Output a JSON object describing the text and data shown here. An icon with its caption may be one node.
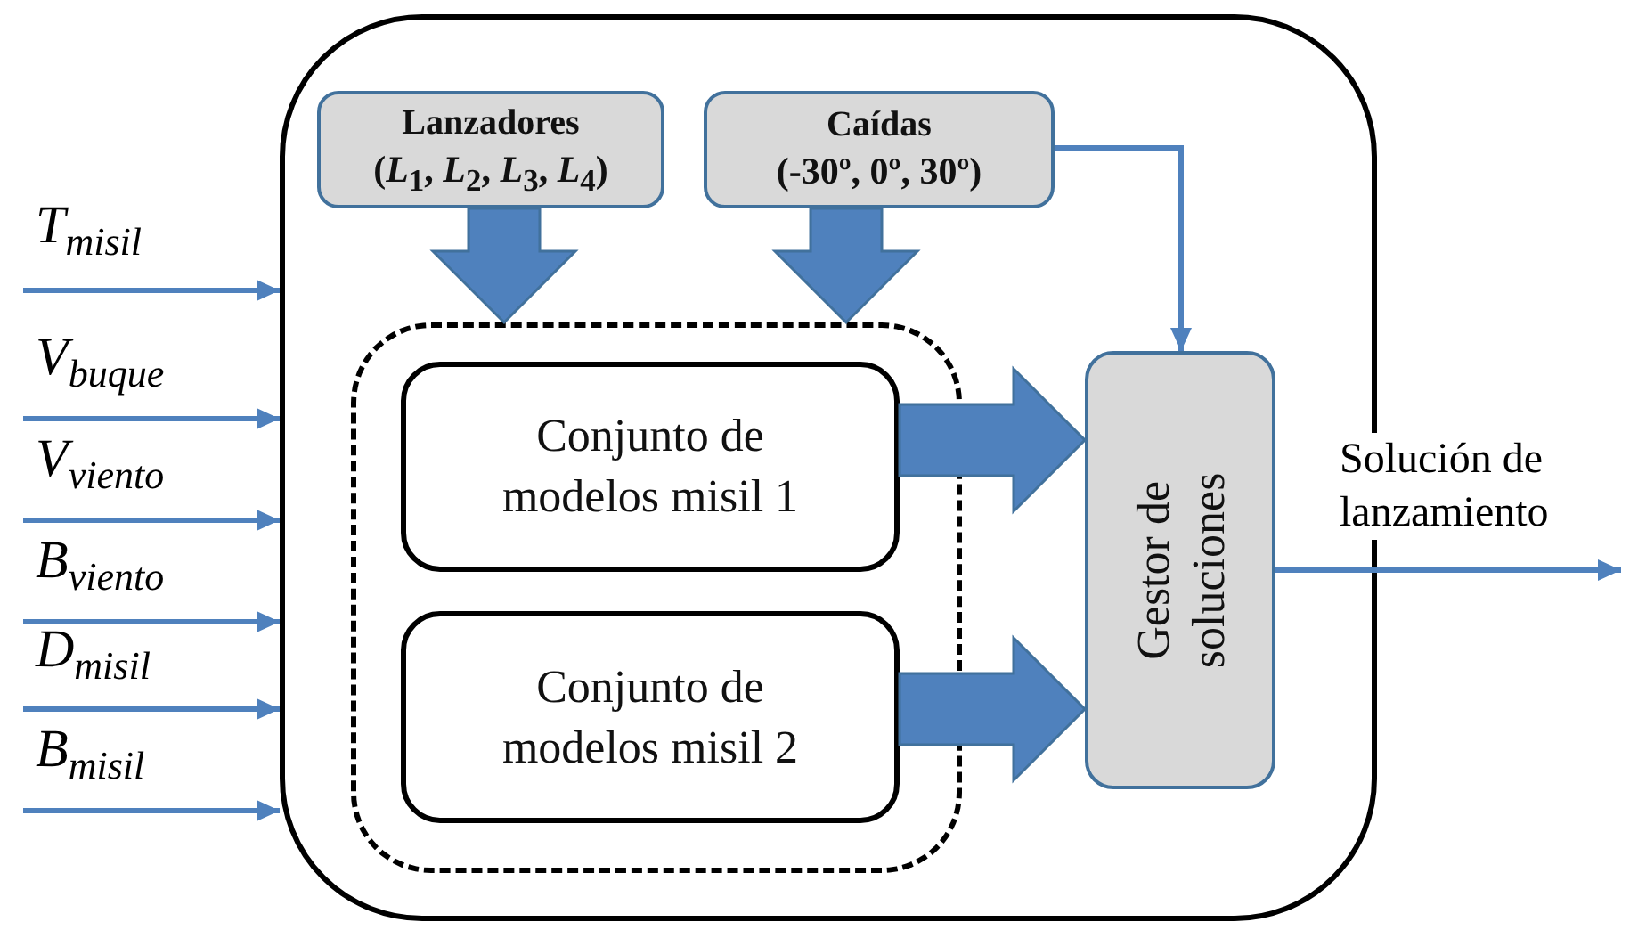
{
  "diagram": {
    "nodes": [
      {
        "text": [],
        "shape": "box"
      },
      {
        "text": [
          "Lanzadores",
          "(*L*$_{1}$, *L*$_{2}$, *L*$_{3}$, *L*$_{4}$)"
        ],
        "in": 0
      },
      {
        "text": [
          "Caídas",
          "(-30º, 0º, 30º)"
        ],
        "in": 0
      },
      {
        "text": [],
        "shape": "box",
        "in": 0
      },
      {
        "text": [
          "Conjunto de modelos misil 1"
        ],
        "in": 3
      },
      {
        "text": [
          "Conjunto de modelos misil 2"
        ],
        "in": 3
      },
      {
        "text": [
          "Gestor de soluciones"
        ],
        "in": 0
      }
    ],
    "edges": [
      {
        "from": null,
        "to": 0,
        "arrow": "to",
        "label": "T$_{misil}$"
      },
      {
        "from": null,
        "to": 0,
        "arrow": "to",
        "label": "V$_{buque}$"
      },
      {
        "from": null,
        "to": 0,
        "arrow": "to",
        "label": "V$_{viento}$"
      },
      {
        "from": null,
        "to": 0,
        "arrow": "to",
        "label": "B$_{viento}$"
      },
      {
        "from": null,
        "to": 0,
        "arrow": "to",
        "label": "D$_{misil}$"
      },
      {
        "from": null,
        "to": 0,
        "arrow": "to",
        "label": "B$_{misil}$"
      },
      {
        "from": 1,
        "to": 3,
        "arrow": "to",
        "style": "thick"
      },
      {
        "from": 2,
        "to": 3,
        "arrow": "to",
        "style": "thick"
      },
      {
        "from": 4,
        "to": 6,
        "arrow": "to",
        "style": "thick"
      },
      {
        "from": 5,
        "to": 6,
        "arrow": "to",
        "style": "thick"
      },
      {
        "from": 2,
        "to": 6,
        "arrow": "to"
      },
      {
        "from": 6,
        "to": null,
        "arrow": "to",
        "label": "Solución de lanzamiento"
      }
    ]
  }
}
